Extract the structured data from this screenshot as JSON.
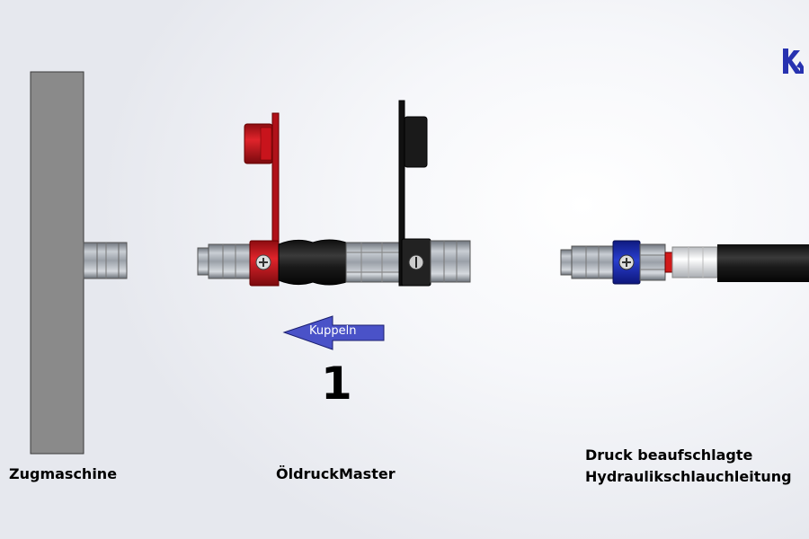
{
  "labels": {
    "tractor": "Zugmaschine",
    "device": "ÖldruckMaster",
    "hose_line1": "Druck beaufschlagte",
    "hose_line2": "Hydraulikschlauchleitung"
  },
  "arrow": {
    "label": "Kuppeln",
    "direction": "left",
    "color": "#4a52c8"
  },
  "step_number": "1",
  "logo": {
    "icon": "km-logo-icon",
    "color": "#2732b0"
  },
  "colors": {
    "tractor_wall": "#8a8a8a",
    "red_cap": "#c8141c",
    "black_cap": "#1a1a1a",
    "blue_sleeve": "#1d2fb8",
    "hose": "#1c1c1c",
    "coupling_steel": "#9aa0a8"
  }
}
